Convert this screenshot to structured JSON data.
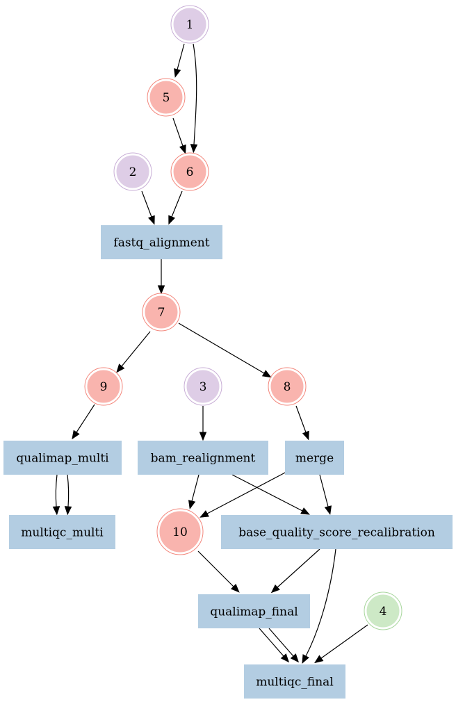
{
  "colors": {
    "purple_fill": "#decde6",
    "purple_ring": "#c8aed6",
    "red_fill": "#f9b4ae",
    "red_ring": "#f3877c",
    "green_fill": "#cde9c6",
    "green_ring": "#a7d69c",
    "box_fill": "#b3cde2"
  },
  "nodes": [
    {
      "id": "n1",
      "label": "1",
      "kind": "circle",
      "color": "purple"
    },
    {
      "id": "n2",
      "label": "2",
      "kind": "circle",
      "color": "purple"
    },
    {
      "id": "n3",
      "label": "3",
      "kind": "circle",
      "color": "purple"
    },
    {
      "id": "n4",
      "label": "4",
      "kind": "circle",
      "color": "green"
    },
    {
      "id": "n5",
      "label": "5",
      "kind": "circle",
      "color": "red"
    },
    {
      "id": "n6",
      "label": "6",
      "kind": "circle",
      "color": "red"
    },
    {
      "id": "n7",
      "label": "7",
      "kind": "circle",
      "color": "red"
    },
    {
      "id": "n8",
      "label": "8",
      "kind": "circle",
      "color": "red"
    },
    {
      "id": "n9",
      "label": "9",
      "kind": "circle",
      "color": "red"
    },
    {
      "id": "n10",
      "label": "10",
      "kind": "circle",
      "color": "red"
    },
    {
      "id": "fastq_alignment",
      "label": "fastq_alignment",
      "kind": "box"
    },
    {
      "id": "qualimap_multi",
      "label": "qualimap_multi",
      "kind": "box"
    },
    {
      "id": "bam_realignment",
      "label": "bam_realignment",
      "kind": "box"
    },
    {
      "id": "merge",
      "label": "merge",
      "kind": "box"
    },
    {
      "id": "multiqc_multi",
      "label": "multiqc_multi",
      "kind": "box"
    },
    {
      "id": "base_quality_score_recalibration",
      "label": "base_quality_score_recalibration",
      "kind": "box"
    },
    {
      "id": "qualimap_final",
      "label": "qualimap_final",
      "kind": "box"
    },
    {
      "id": "multiqc_final",
      "label": "multiqc_final",
      "kind": "box"
    }
  ],
  "edges": [
    {
      "from": "n1",
      "to": "n5"
    },
    {
      "from": "n1",
      "to": "n6"
    },
    {
      "from": "n5",
      "to": "n6"
    },
    {
      "from": "n2",
      "to": "fastq_alignment"
    },
    {
      "from": "n6",
      "to": "fastq_alignment"
    },
    {
      "from": "fastq_alignment",
      "to": "n7"
    },
    {
      "from": "n7",
      "to": "n9"
    },
    {
      "from": "n7",
      "to": "n8"
    },
    {
      "from": "n9",
      "to": "qualimap_multi"
    },
    {
      "from": "n3",
      "to": "bam_realignment"
    },
    {
      "from": "n8",
      "to": "merge"
    },
    {
      "from": "qualimap_multi",
      "to": "multiqc_multi"
    },
    {
      "from": "qualimap_multi",
      "to": "multiqc_multi"
    },
    {
      "from": "bam_realignment",
      "to": "n10"
    },
    {
      "from": "bam_realignment",
      "to": "base_quality_score_recalibration"
    },
    {
      "from": "merge",
      "to": "n10"
    },
    {
      "from": "merge",
      "to": "base_quality_score_recalibration"
    },
    {
      "from": "n10",
      "to": "qualimap_final"
    },
    {
      "from": "base_quality_score_recalibration",
      "to": "qualimap_final"
    },
    {
      "from": "base_quality_score_recalibration",
      "to": "multiqc_final"
    },
    {
      "from": "qualimap_final",
      "to": "multiqc_final"
    },
    {
      "from": "qualimap_final",
      "to": "multiqc_final"
    },
    {
      "from": "n4",
      "to": "multiqc_final"
    }
  ]
}
